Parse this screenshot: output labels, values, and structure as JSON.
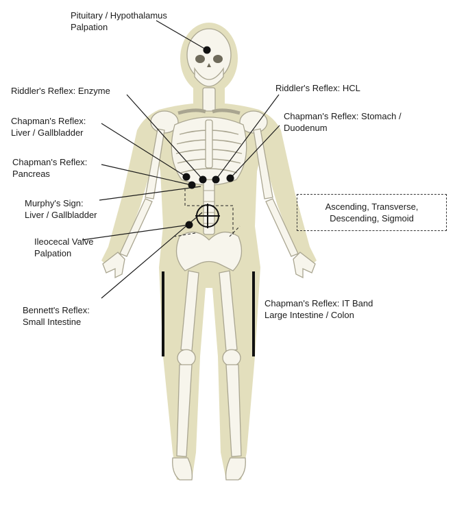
{
  "labels": {
    "pituitary": [
      "Pituitary / Hypothalamus",
      "Palpation"
    ],
    "riddler_enzyme": [
      "Riddler's Reflex: Enzyme"
    ],
    "riddler_hcl": [
      "Riddler's Reflex: HCL"
    ],
    "chapman_liver": [
      "Chapman's Reflex:",
      "Liver / Gallbladder"
    ],
    "chapman_stomach": [
      "Chapman's Reflex: Stomach /",
      "Duodenum"
    ],
    "chapman_pancreas": [
      "Chapman's Reflex:",
      "Pancreas"
    ],
    "murphy": [
      "Murphy's Sign:",
      "Liver / Gallbladder"
    ],
    "ileocecal": [
      "Ileocecal Valve",
      "Palpation"
    ],
    "bennett": [
      "Bennett's Reflex:",
      "Small Intestine"
    ],
    "chapman_itband": [
      "Chapman's Reflex: IT Band",
      "Large Intestine / Colon"
    ],
    "colon_box": [
      "Ascending, Transverse,",
      "Descending, Sigmoid"
    ]
  },
  "colors": {
    "body_silhouette": "#e3dfbd",
    "bone_fill": "#f7f5ec",
    "bone_stroke": "#a9a590",
    "marker": "#111111",
    "leader_line": "#1a1a1a"
  }
}
